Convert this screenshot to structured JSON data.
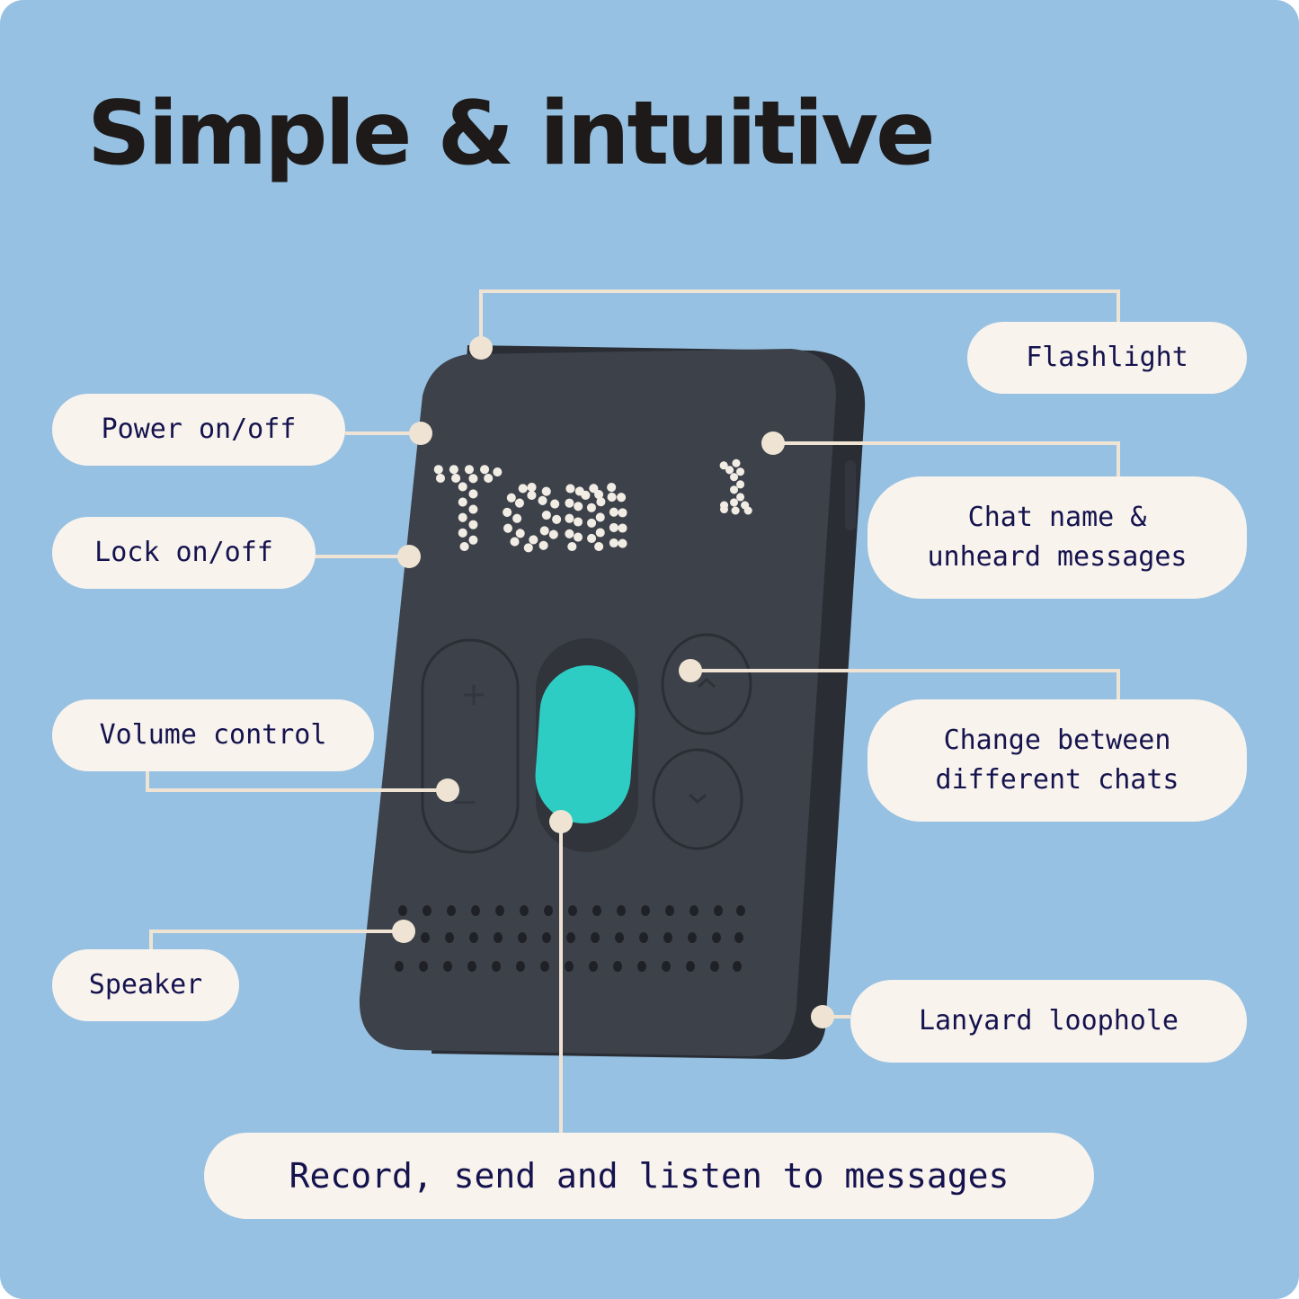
{
  "title": "Simple & intuitive",
  "device": {
    "screen_name": "Tom",
    "unheard_count": "1",
    "volume_plus": "+",
    "volume_minus": "−"
  },
  "colors": {
    "background": "#97c1e2",
    "device_body": "#3d414a",
    "talk_button": "#2ecdc4",
    "label_background": "#f8f3ed",
    "label_text": "#15134e",
    "leader_line": "#efe4d3"
  },
  "labels": {
    "flashlight": "Flashlight",
    "power": "Power on/off",
    "lock": "Lock on/off",
    "chat_name_line1": "Chat name &",
    "chat_name_line2": "unheard messages",
    "volume": "Volume control",
    "change_chats_line1": "Change between",
    "change_chats_line2": "different chats",
    "speaker": "Speaker",
    "lanyard": "Lanyard loophole",
    "record": "Record, send and listen to messages"
  }
}
